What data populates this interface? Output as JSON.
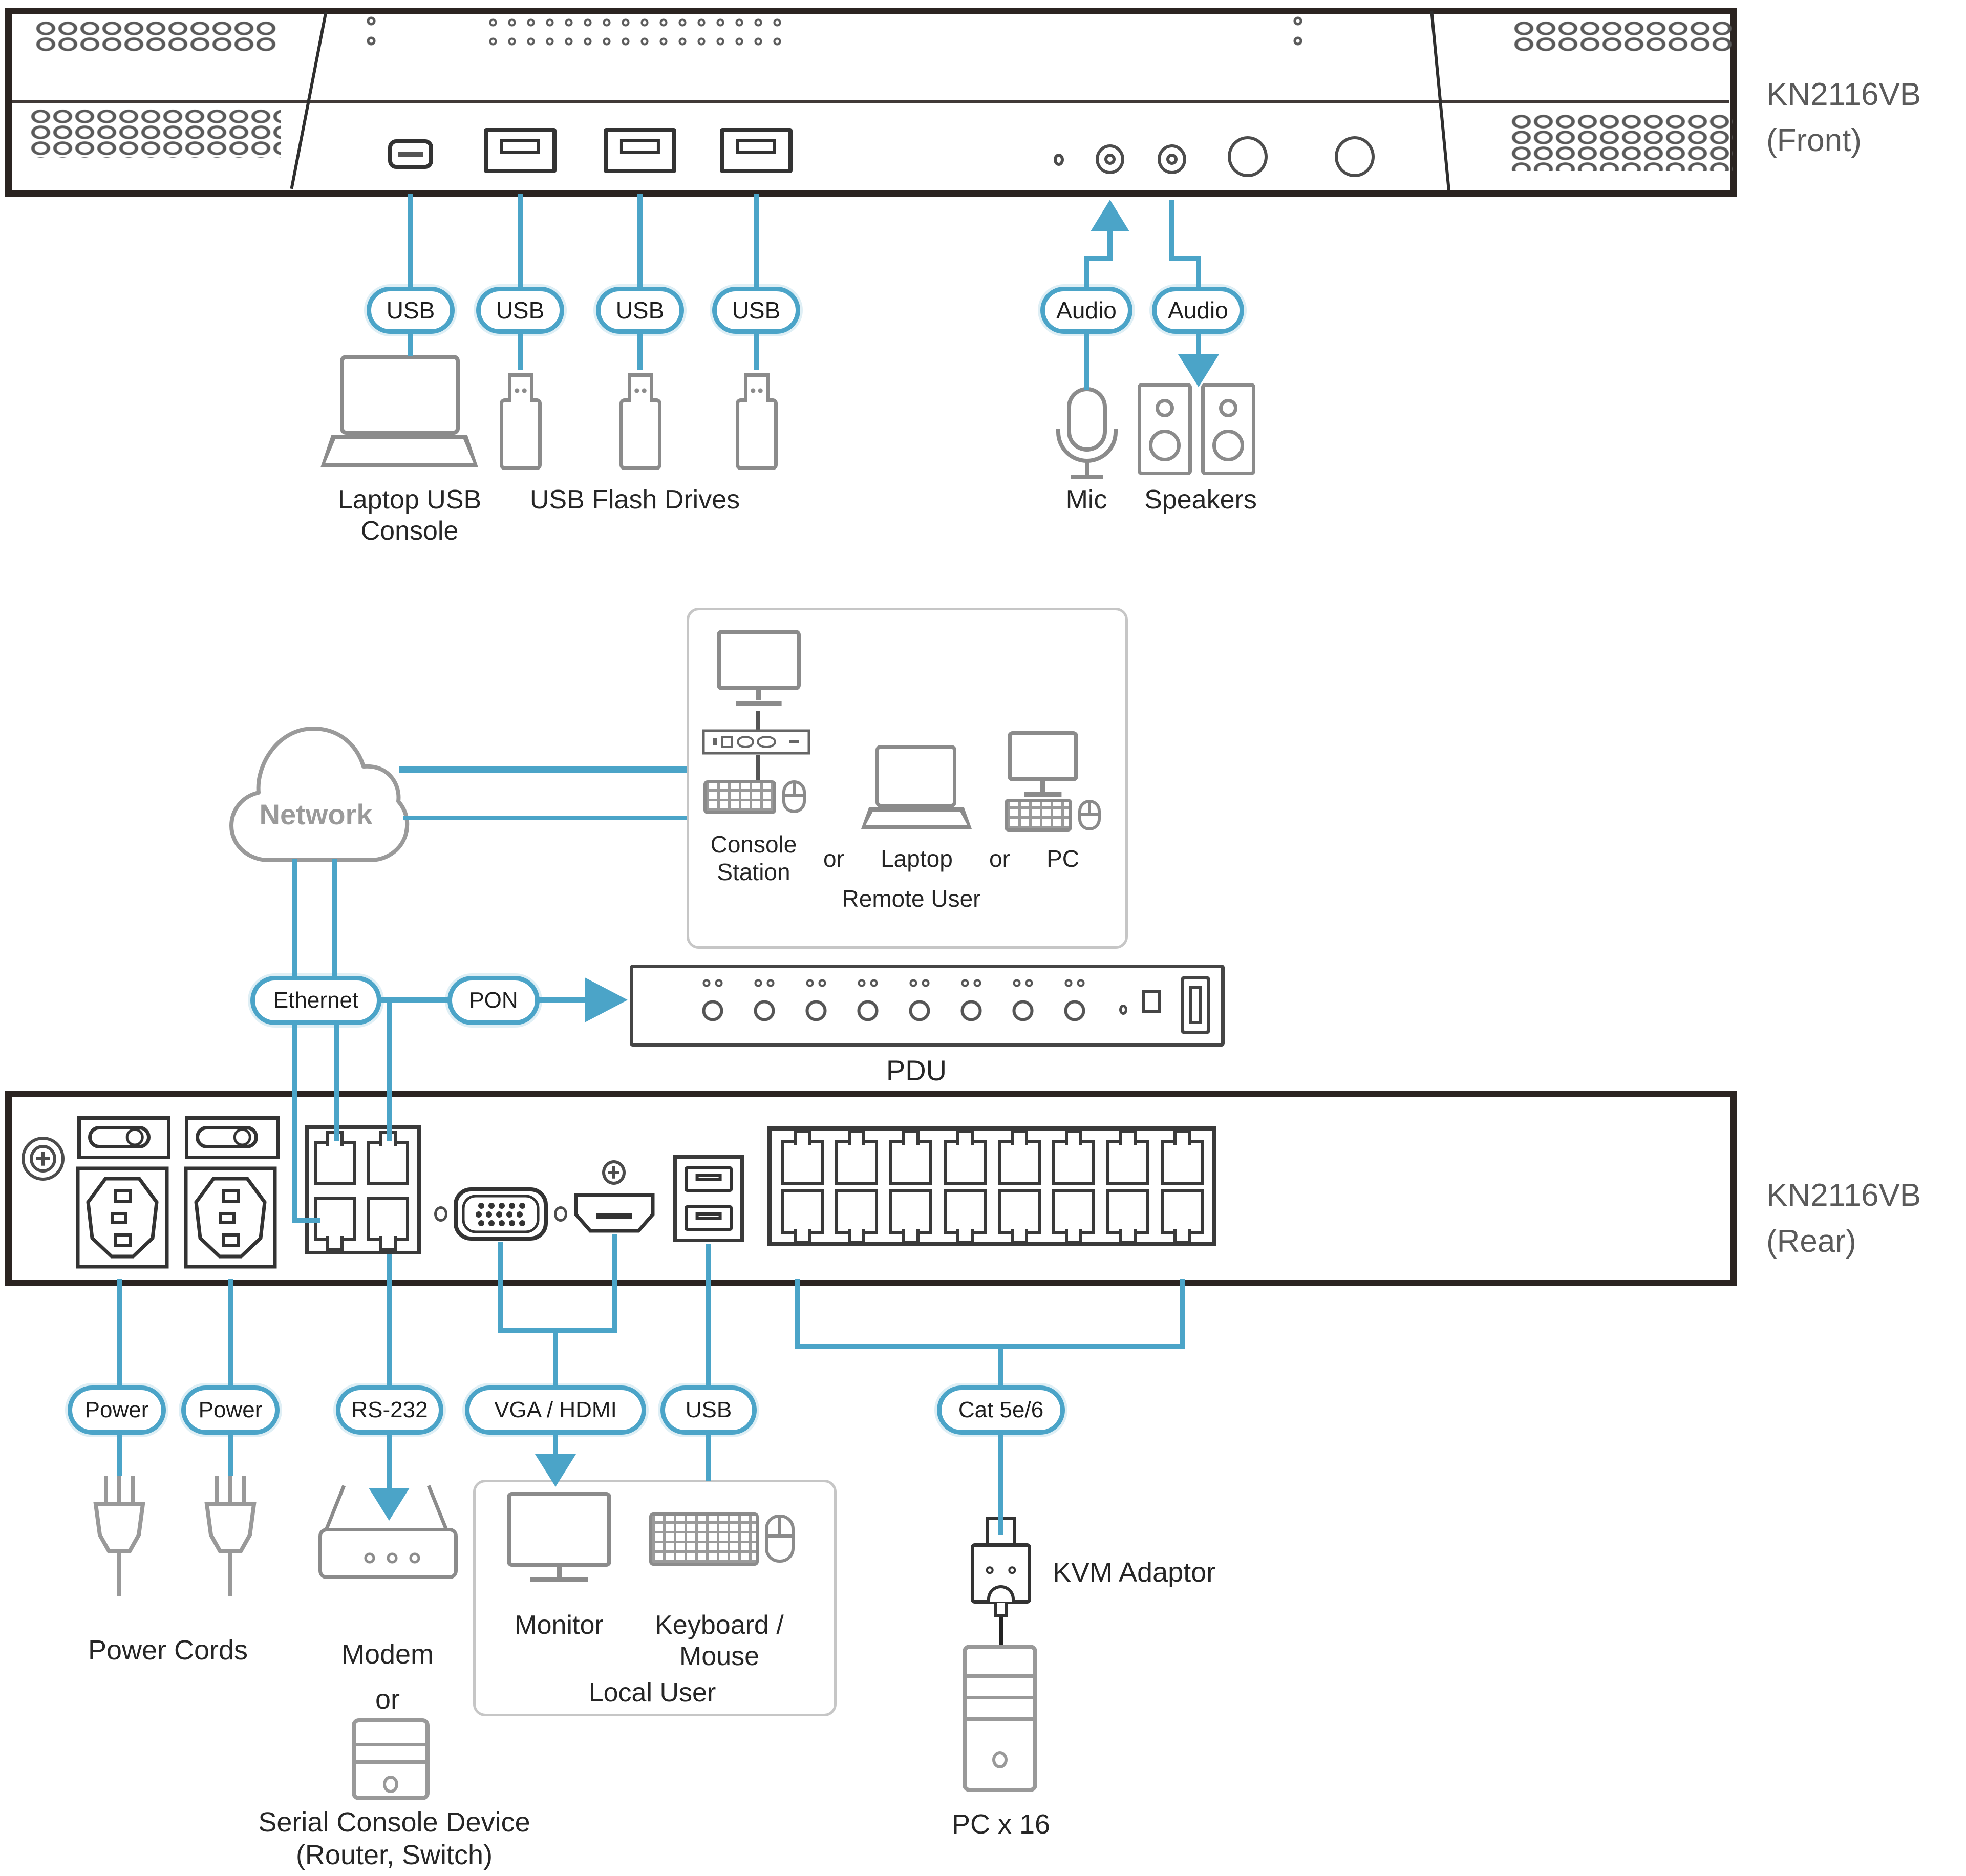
{
  "colors": {
    "accent_blue": "#4BA4C8",
    "panel_black": "#2B2421",
    "icon_gray": "#8B8B8B",
    "title_gray": "#5A5A5A"
  },
  "front": {
    "title_line1": "KN2116VB",
    "title_line2": "(Front)"
  },
  "rear": {
    "title_line1": "KN2116VB",
    "title_line2": "(Rear)"
  },
  "pills": {
    "usb": "USB",
    "audio": "Audio",
    "ethernet": "Ethernet",
    "pon": "PON",
    "power": "Power",
    "rs232": "RS-232",
    "vga_hdmi": "VGA / HDMI",
    "cat": "Cat 5e/6"
  },
  "labels": {
    "laptop_usb_1": "Laptop USB",
    "laptop_usb_2": "Console",
    "usb_flash_drives": "USB Flash Drives",
    "mic": "Mic",
    "speakers": "Speakers",
    "network": "Network",
    "console_station_1": "Console",
    "console_station_2": "Station",
    "or1": "or",
    "laptop": "Laptop",
    "or2": "or",
    "pc": "PC",
    "remote_user": "Remote User",
    "pdu": "PDU",
    "power_cords": "Power Cords",
    "modem": "Modem",
    "or3": "or",
    "serial_1": "Serial Console Device",
    "serial_2": "(Router, Switch)",
    "monitor": "Monitor",
    "keyboard_1": "Keyboard /",
    "keyboard_2": "Mouse",
    "local_user": "Local User",
    "kvm_adaptor": "KVM Adaptor",
    "pc_x16": "PC x 16"
  }
}
